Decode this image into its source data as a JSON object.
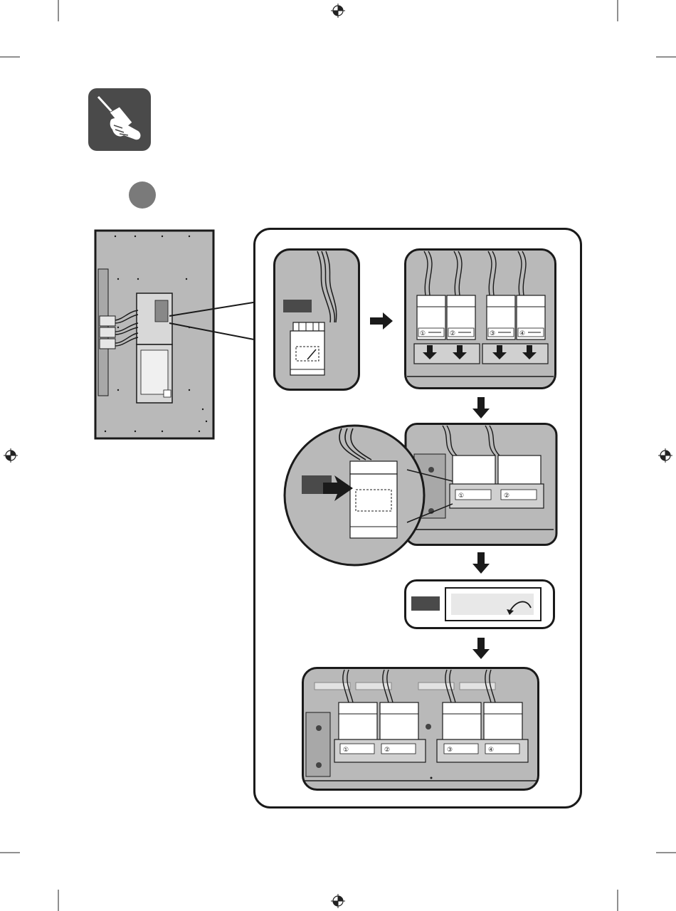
{
  "page": {
    "icon": "screwdriver-hand-icon",
    "step_marker": "filled-grey-circle",
    "registration_mark": "crosshair-registration-icon"
  },
  "assembly": {
    "connector_labels": [
      "①",
      "②",
      "③",
      "④"
    ],
    "arrow_icons": [
      "arrow-right-icon",
      "arrow-down-icon",
      "arrow-down-icon",
      "arrow-down-icon"
    ]
  },
  "colors": {
    "panel_grey": "#b9b9b9",
    "dark_icon": "#4a4a4a",
    "line": "#1a1a1a"
  }
}
